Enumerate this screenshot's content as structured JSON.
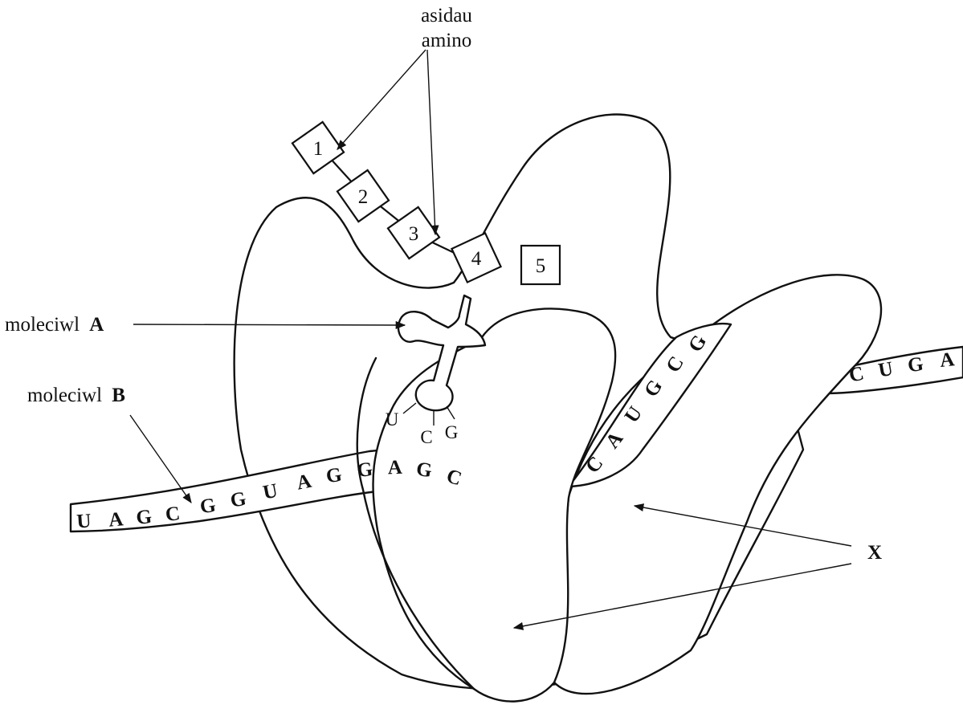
{
  "labels": {
    "amino_acids_line1": "asidau",
    "amino_acids_line2": "amino",
    "molecule_a_prefix": "moleciwl",
    "molecule_a_letter": "A",
    "molecule_b_prefix": "moleciwl",
    "molecule_b_letter": "B",
    "x": "X"
  },
  "amino_acids": [
    "1",
    "2",
    "3",
    "4",
    "5"
  ],
  "anticodon": [
    "U",
    "C",
    "G"
  ],
  "mrna_left": [
    "U",
    "A",
    "G",
    "C",
    "G",
    "G",
    "U",
    "A",
    "G",
    "G",
    "A",
    "G",
    "C"
  ],
  "mrna_middle": [
    "C",
    "A",
    "U",
    "G",
    "C",
    "G"
  ],
  "mrna_right": [
    "C",
    "U",
    "G",
    "A"
  ]
}
